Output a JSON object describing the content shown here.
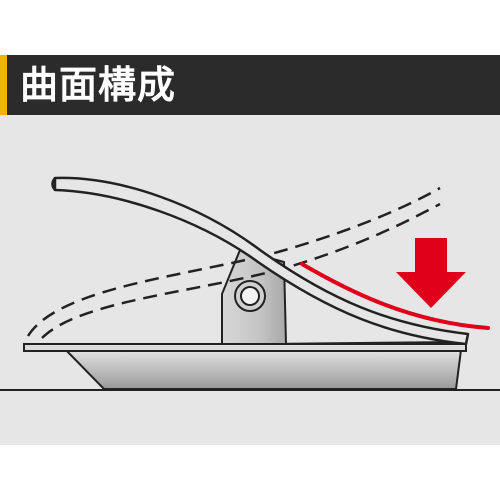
{
  "title": "曲面構成",
  "colors": {
    "title_bar_bg": "#2b2b2b",
    "title_accent": "#f1b300",
    "title_text": "#ffffff",
    "panel_bg": "#e6e6e6",
    "highlight_curve": "#e0001a",
    "arrow": "#e0001a"
  },
  "diagram": {
    "parts": [
      "pedal-lever-down-position",
      "pedal-lever-up-position-dashed",
      "hinge-bracket",
      "hinge-pivot",
      "base-tray",
      "floor-line",
      "curved-surface-highlight",
      "press-direction-arrow"
    ]
  }
}
